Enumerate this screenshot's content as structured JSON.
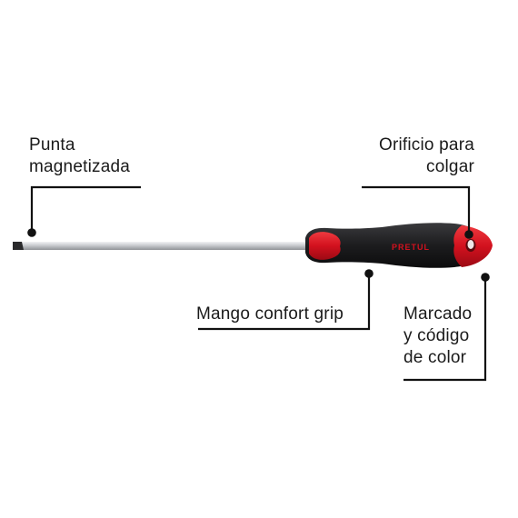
{
  "callouts": {
    "punta": {
      "line1": "Punta",
      "line2": "magnetizada"
    },
    "orificio": {
      "line1": "Orificio para",
      "line2": "colgar"
    },
    "mango": {
      "line1": "Mango confort grip"
    },
    "marcado": {
      "line1": "Marcado",
      "line2": "y código",
      "line3": "de color"
    }
  },
  "product": {
    "handle_brand": "PRETUL"
  },
  "colors": {
    "background": "#ffffff",
    "text": "#1a1a1a",
    "leader": "#111111",
    "handle_black": "#1c1c1e",
    "handle_red": "#d2111e",
    "shaft": "#c9cbcf"
  }
}
